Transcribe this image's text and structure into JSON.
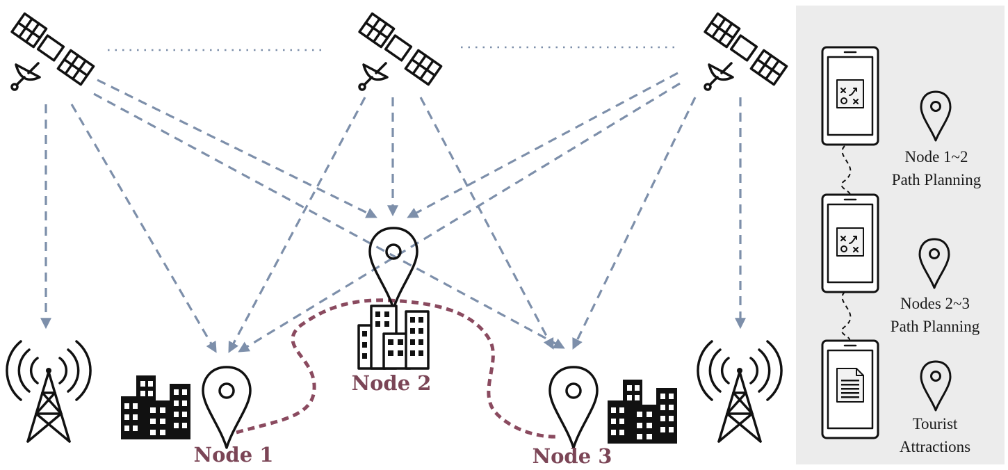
{
  "nodes": {
    "node1": {
      "label": "Node 1"
    },
    "node2": {
      "label": "Node 2"
    },
    "node3": {
      "label": "Node 3"
    }
  },
  "panel": {
    "steps": [
      {
        "line1": "Node 1~2",
        "line2": "Path Planning",
        "screen_icon": "map-plan-icon"
      },
      {
        "line1": "Nodes 2~3",
        "line2": "Path Planning",
        "screen_icon": "map-plan-icon"
      },
      {
        "line1": "Tourist",
        "line2": "Attractions",
        "screen_icon": "document-icon"
      }
    ]
  },
  "colors": {
    "satellite_link": "#7d8faa",
    "route": "#8a4a5f",
    "node_label": "#7b4556",
    "panel_background": "#ececec"
  },
  "icons": {
    "satellite": "satellite-icon",
    "tower": "cell-tower-icon",
    "pin": "location-pin-icon",
    "buildings": "buildings-icon",
    "phone": "smartphone-icon"
  }
}
